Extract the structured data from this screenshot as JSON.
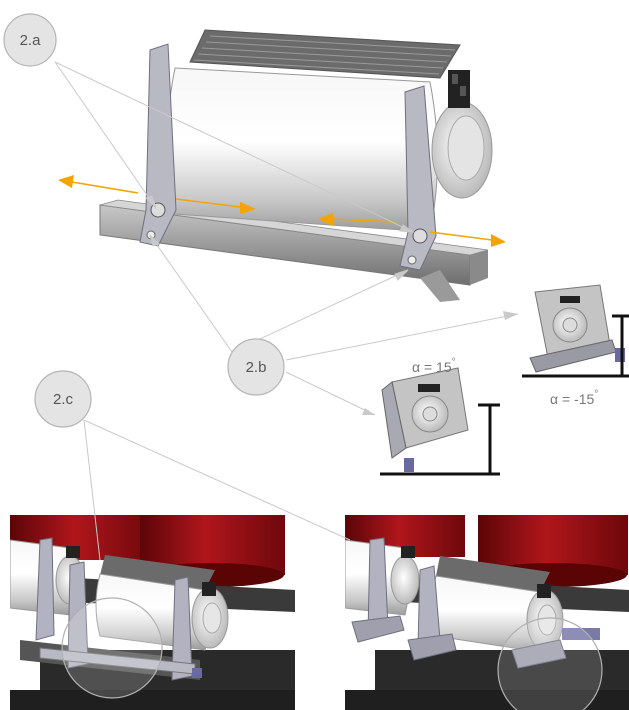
{
  "callouts": {
    "a": "2.a",
    "b": "2.b",
    "c": "2.c"
  },
  "angles": {
    "positive_value": "α = 15",
    "negative_value": "α = -15",
    "degree_symbol": "°"
  },
  "colors": {
    "arrow": "#f5a300",
    "callout_fill": "#e4e4e4",
    "callout_stroke": "#b4b4b4",
    "leader": "#cfcfcf",
    "transformer_red": "#8e0f12",
    "beam_dark": "#2c2c2c",
    "heater_body": "#dedede",
    "bracket": "#8f8fa0"
  },
  "icons": [
    "double-arrow-icon",
    "double-arrow-icon",
    "double-arrow-icon"
  ]
}
